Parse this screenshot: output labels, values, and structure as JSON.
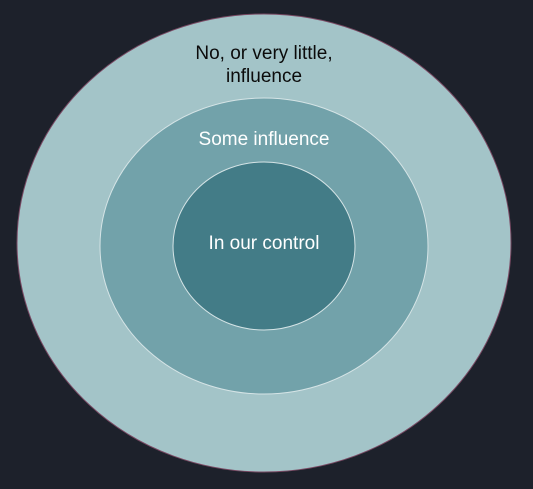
{
  "diagram": {
    "type": "concentric-circles",
    "background_color": "#1d212b",
    "rings": [
      {
        "name": "outer",
        "label": "No, or very little, influence",
        "fill": "#a3c4c8",
        "stroke": "#7a4a64",
        "text_color": "#0b0b0b"
      },
      {
        "name": "middle",
        "label": "Some influence",
        "fill": "#72a2aa",
        "stroke": "#d5e4e6",
        "text_color": "#ffffff"
      },
      {
        "name": "inner",
        "label": "In our control",
        "fill": "#437c87",
        "stroke": "#d5e4e6",
        "text_color": "#ffffff"
      }
    ]
  }
}
